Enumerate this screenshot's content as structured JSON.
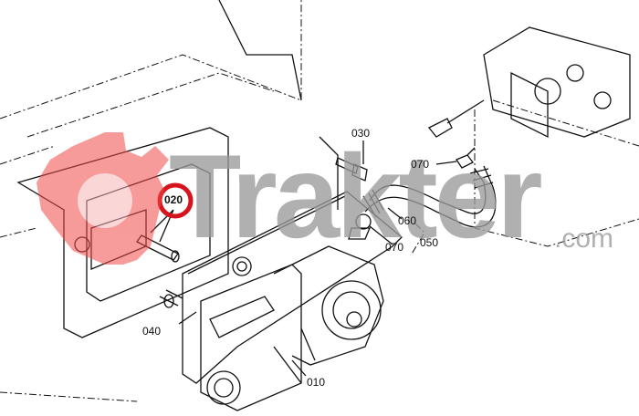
{
  "diagram": {
    "parts": [
      {
        "id": "010",
        "label": "010"
      },
      {
        "id": "020",
        "label": "020",
        "highlighted": true
      },
      {
        "id": "030",
        "label": "030"
      },
      {
        "id": "040",
        "label": "040"
      },
      {
        "id": "050",
        "label": "050"
      },
      {
        "id": "060",
        "label": "060"
      },
      {
        "id": "070a",
        "label": "070"
      },
      {
        "id": "070b",
        "label": "070"
      }
    ],
    "highlight_color": "#d6141b"
  },
  "watermark": {
    "brand": "Trakter",
    "suffix": ".com",
    "brand_color": "#f04848"
  }
}
